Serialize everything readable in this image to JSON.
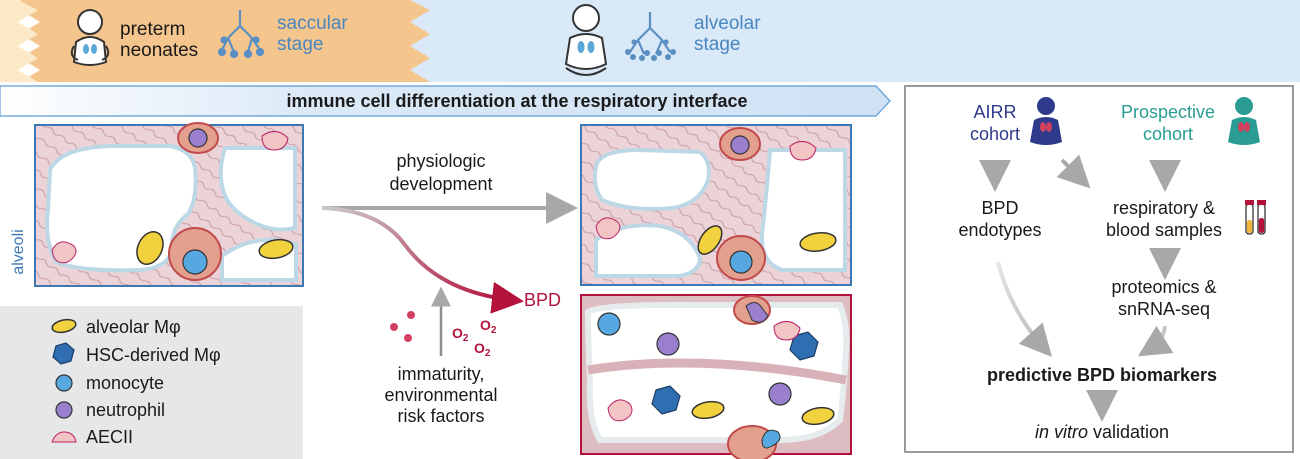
{
  "banner": {
    "preterm_line1": "preterm",
    "preterm_line2": "neonates",
    "saccular_line1": "saccular",
    "saccular_line2": "stage",
    "alveolar_line1": "alveolar",
    "alveolar_line2": "stage"
  },
  "section_title": "immune cell differentiation at the respiratory interface",
  "side_label": "alveoli",
  "arrows": {
    "physiologic_line1": "physiologic",
    "physiologic_line2": "development",
    "bpd": "BPD",
    "risk_line1": "immaturity,",
    "risk_line2": "environmental",
    "risk_line3": "risk factors",
    "o2": "O",
    "o2_sub": "2"
  },
  "legend": {
    "items": [
      {
        "label": "alveolar Mφ",
        "icon": "alveolar-macrophage-icon"
      },
      {
        "label": "HSC-derived Mφ",
        "icon": "hsc-macrophage-icon"
      },
      {
        "label": "monocyte",
        "icon": "monocyte-icon"
      },
      {
        "label": "neutrophil",
        "icon": "neutrophil-icon"
      },
      {
        "label": "AECII",
        "icon": "aecii-icon"
      }
    ]
  },
  "workflow": {
    "airr_line1": "AIRR",
    "airr_line2": "cohort",
    "prospective_line1": "Prospective",
    "prospective_line2": "cohort",
    "endotypes_line1": "BPD",
    "endotypes_line2": "endotypes",
    "samples_line1": "respiratory &",
    "samples_line2": "blood samples",
    "proteomics_line1": "proteomics &",
    "proteomics_line2": "snRNA-seq",
    "biomarkers": "predictive BPD biomarkers",
    "validation_italic": "in vitro",
    "validation_rest": " validation"
  },
  "colors": {
    "banner_orange": "#f4c58d",
    "banner_blue": "#d9e9f8",
    "airr_navy": "#2e3a8c",
    "prospective_teal": "#2a9c93",
    "bpd_red": "#b3123b",
    "tissue_pink": "#e9cdd1",
    "frame_blue": "#3b78b4",
    "legend_gray": "#e6e7e8"
  }
}
